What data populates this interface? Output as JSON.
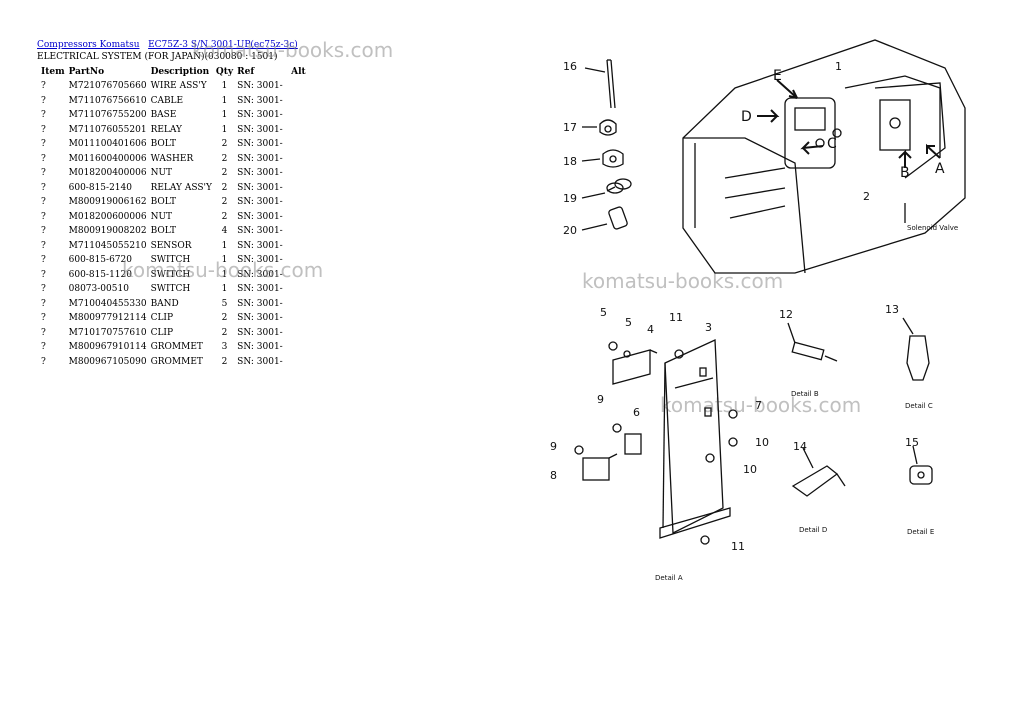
{
  "breadcrumb": {
    "link1": "Compressors Komatsu",
    "link2": "EC75Z-3 S/N  3001-UP(ec75z-3c)"
  },
  "subtitle": "ELECTRICAL SYSTEM (FOR JAPAN)(030080 : 1501)",
  "table": {
    "headers": {
      "item": "Item",
      "partno": "PartNo",
      "description": "Description",
      "qty": "Qty",
      "ref": "Ref",
      "alt": "Alt"
    },
    "rows": [
      {
        "item": "?",
        "partno": "M721076705660",
        "description": "WIRE ASS'Y",
        "qty": "1",
        "ref": "SN: 3001-",
        "alt": ""
      },
      {
        "item": "?",
        "partno": "M711076756610",
        "description": "CABLE",
        "qty": "1",
        "ref": "SN: 3001-",
        "alt": ""
      },
      {
        "item": "?",
        "partno": "M711076755200",
        "description": "BASE",
        "qty": "1",
        "ref": "SN: 3001-",
        "alt": ""
      },
      {
        "item": "?",
        "partno": "M711076055201",
        "description": "RELAY",
        "qty": "1",
        "ref": "SN: 3001-",
        "alt": ""
      },
      {
        "item": "?",
        "partno": "M011100401606",
        "description": "BOLT",
        "qty": "2",
        "ref": "SN: 3001-",
        "alt": ""
      },
      {
        "item": "?",
        "partno": "M011600400006",
        "description": "WASHER",
        "qty": "2",
        "ref": "SN: 3001-",
        "alt": ""
      },
      {
        "item": "?",
        "partno": "M018200400006",
        "description": "NUT",
        "qty": "2",
        "ref": "SN: 3001-",
        "alt": ""
      },
      {
        "item": "?",
        "partno": "600-815-2140",
        "description": "RELAY ASS'Y",
        "qty": "2",
        "ref": "SN: 3001-",
        "alt": ""
      },
      {
        "item": "?",
        "partno": "M800919006162",
        "description": "BOLT",
        "qty": "2",
        "ref": "SN: 3001-",
        "alt": ""
      },
      {
        "item": "?",
        "partno": "M018200600006",
        "description": "NUT",
        "qty": "2",
        "ref": "SN: 3001-",
        "alt": ""
      },
      {
        "item": "?",
        "partno": "M800919008202",
        "description": "BOLT",
        "qty": "4",
        "ref": "SN: 3001-",
        "alt": ""
      },
      {
        "item": "?",
        "partno": "M711045055210",
        "description": "SENSOR",
        "qty": "1",
        "ref": "SN: 3001-",
        "alt": ""
      },
      {
        "item": "?",
        "partno": "600-815-6720",
        "description": "SWITCH",
        "qty": "1",
        "ref": "SN: 3001-",
        "alt": ""
      },
      {
        "item": "?",
        "partno": "600-815-1120",
        "description": "SWITCH",
        "qty": "1",
        "ref": "SN: 3001-",
        "alt": ""
      },
      {
        "item": "?",
        "partno": "08073-00510",
        "description": "SWITCH",
        "qty": "1",
        "ref": "SN: 3001-",
        "alt": ""
      },
      {
        "item": "?",
        "partno": "M710040455330",
        "description": "BAND",
        "qty": "5",
        "ref": "SN: 3001-",
        "alt": ""
      },
      {
        "item": "?",
        "partno": "M800977912114",
        "description": "CLIP",
        "qty": "2",
        "ref": "SN: 3001-",
        "alt": ""
      },
      {
        "item": "?",
        "partno": "M710170757610",
        "description": "CLIP",
        "qty": "2",
        "ref": "SN: 3001-",
        "alt": ""
      },
      {
        "item": "?",
        "partno": "M800967910114",
        "description": "GROMMET",
        "qty": "3",
        "ref": "SN: 3001-",
        "alt": ""
      },
      {
        "item": "?",
        "partno": "M800967105090",
        "description": "GROMMET",
        "qty": "2",
        "ref": "SN: 3001-",
        "alt": ""
      }
    ]
  },
  "watermark": "komatsu-books.com",
  "diagram": {
    "callouts": {
      "c16": "16",
      "c17": "17",
      "c18": "18",
      "c19": "19",
      "c20": "20",
      "c1": "1",
      "c2": "2",
      "c3": "3",
      "c4": "4",
      "c5a": "5",
      "c5b": "5",
      "c6": "6",
      "c7": "7",
      "c8": "8",
      "c9a": "9",
      "c9b": "9",
      "c10a": "10",
      "c10b": "10",
      "c11a": "11",
      "c11b": "11",
      "c12": "12",
      "c13": "13",
      "c14": "14",
      "c15": "15"
    },
    "views": {
      "A": "A",
      "B": "B",
      "C": "C",
      "D": "D",
      "E": "E"
    },
    "solenoid_valve": "Solenoid Valve",
    "detail_a": "Detail A",
    "detail_b": "Detail B",
    "detail_c": "Detail C",
    "detail_d": "Detail D",
    "detail_e": "Detail E"
  }
}
